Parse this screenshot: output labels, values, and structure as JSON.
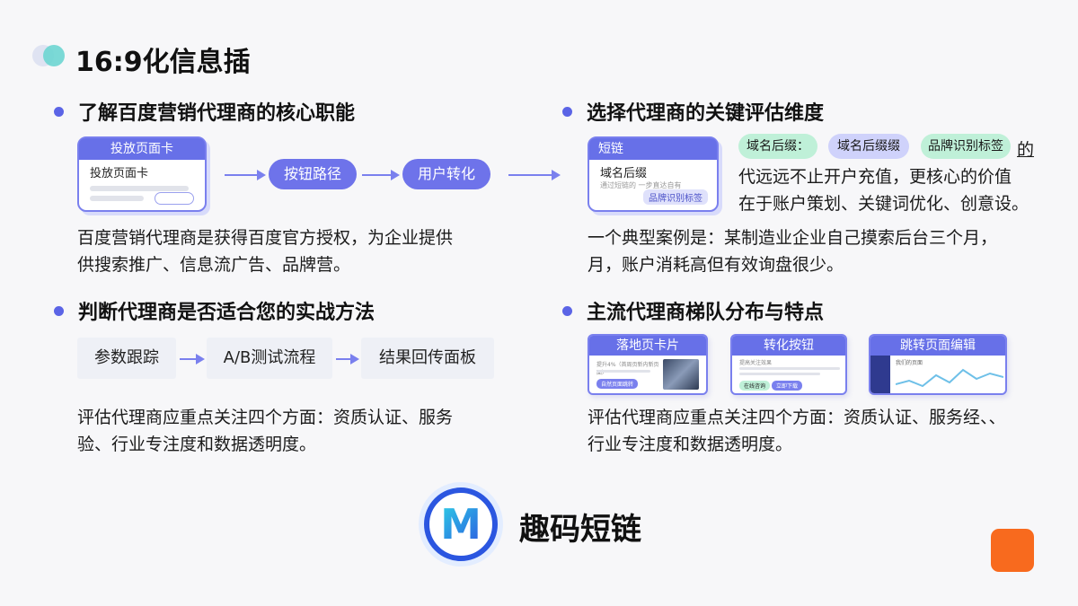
{
  "title": "16:9化信息插",
  "sections": {
    "s1": {
      "heading": "了解百度营销代理商的核心职能",
      "card_head": "投放页面卡",
      "card_title": "投放页面卡",
      "pill1": "按钮路径",
      "pill2": "用户转化",
      "text_line1": "百度营销代理商是获得百度官方授权，为企业提供",
      "text_line2": "供搜索推广、信息流广告、品牌营。"
    },
    "s2": {
      "heading": "选择代理商的关键评估维度",
      "card_head": "短链",
      "card_title": "域名后缀",
      "card_sub": "通过短链的 一步直达自有",
      "card_btn": "品牌识别标签",
      "tag1": "域名后缀：",
      "tag2": "域名后缀缀",
      "tag3": "品牌识别标签",
      "tag_suffix": "的",
      "side_line1": "代远远不止开户充值，更核心的价值",
      "side_line2": "在于账户策划、关键词优化、创意设。",
      "text_line1": "一个典型案例是：某制造业企业自己摸索后台三个月，",
      "text_line2": "月，账户消耗高但有效询盘很少。"
    },
    "s3": {
      "heading": "判断代理商是否适合您的实战方法",
      "step1": "参数跟踪",
      "step2": "A/B测试流程",
      "step3": "结果回传面板",
      "text_line1": "评估代理商应重点关注四个方面：资质认证、服务",
      "text_line2": "验、行业专注度和数据透明度。"
    },
    "s4": {
      "heading": "主流代理商梯队分布与特点",
      "shot1_head": "落地页卡片",
      "shot1_line": "提升4%（首周页新内新页面）",
      "shot1_btn": "自然页面跳转",
      "shot2_head": "转化按钮",
      "shot2_line": "提高关注效果",
      "shot2_btn1": "在线咨询",
      "shot2_btn2": "立即下载",
      "shot3_head": "跳转页面编辑",
      "shot3_nav": "我们的页面",
      "text_line1": "评估代理商应重点关注四个方面：资质认证、服务经、、",
      "text_line2": "行业专注度和数据透明度。"
    }
  },
  "brand": {
    "logo_letter": "M",
    "name": "趣码短链"
  },
  "colors": {
    "accent": "#6770e8",
    "bullet": "#5b64e6",
    "tag_green": "#bff0d8",
    "tag_purple": "#cfd2fb",
    "orange": "#f86a1e"
  }
}
